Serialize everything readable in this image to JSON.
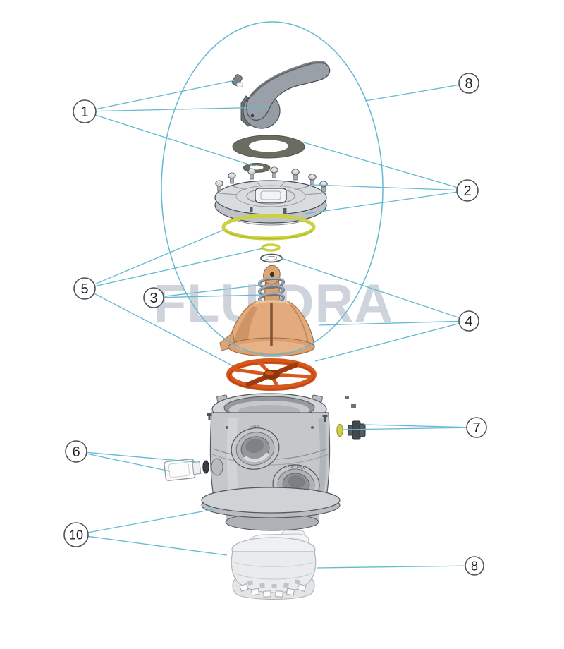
{
  "watermark": {
    "text": "FLUIDRA"
  },
  "callouts": [
    {
      "id": "callout-1",
      "label": "1"
    },
    {
      "id": "callout-8-top",
      "label": "8"
    },
    {
      "id": "callout-2",
      "label": "2"
    },
    {
      "id": "callout-5",
      "label": "5"
    },
    {
      "id": "callout-3",
      "label": "3"
    },
    {
      "id": "callout-4",
      "label": "4"
    },
    {
      "id": "callout-7",
      "label": "7"
    },
    {
      "id": "callout-6",
      "label": "6"
    },
    {
      "id": "callout-10",
      "label": "10"
    },
    {
      "id": "callout-8-bottom",
      "label": "8"
    }
  ],
  "valve_body": {
    "port_labels": {
      "top": "TOP",
      "return": "RETURN"
    }
  },
  "colors": {
    "leader_line": "#64b9d0",
    "callout_outline": "#4e5358",
    "callout_text": "#1e2124",
    "oring_yellow": "#cbd141",
    "spider_gasket": "#d8571c",
    "diverter_body": "#e3aa7d",
    "dark_washer": "#696d5f",
    "watermark_gray": "#c9cfd9"
  }
}
